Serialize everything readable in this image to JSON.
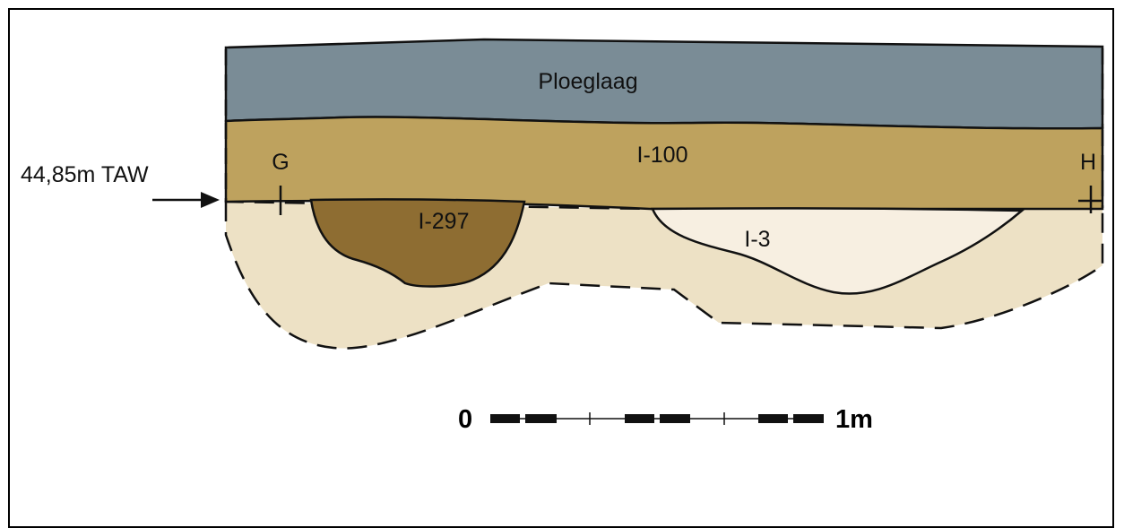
{
  "layers": {
    "ploeglaag": "Ploeglaag",
    "i100": "I-100",
    "i297": "I-297",
    "i3": "I-3"
  },
  "points": {
    "g": "G",
    "h": "H"
  },
  "reference_level": "44,85m TAW",
  "scale_bar": {
    "start_label": "0",
    "end_label": "1m"
  },
  "colors": {
    "ploeglaag": "#7a8c96",
    "i100": "#bea25e",
    "i297": "#8e6d32",
    "i3": "#f7efe1",
    "subsoil": "#ede1c5",
    "outline": "#111111"
  }
}
